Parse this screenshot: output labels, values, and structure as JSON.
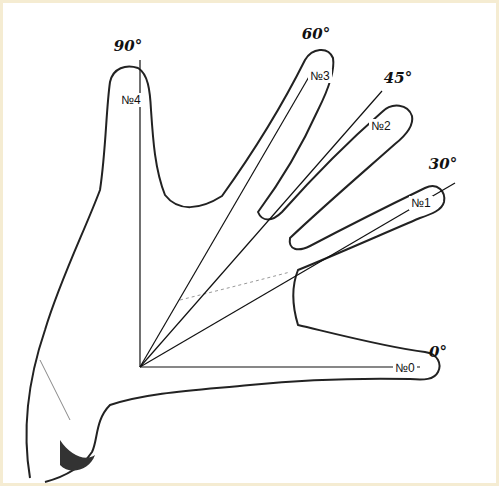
{
  "diagram": {
    "labels": [
      "90°",
      "60°",
      "№4",
      "№3",
      "45°",
      "№2",
      "30°",
      "№1",
      "0°",
      "№0"
    ]
  }
}
